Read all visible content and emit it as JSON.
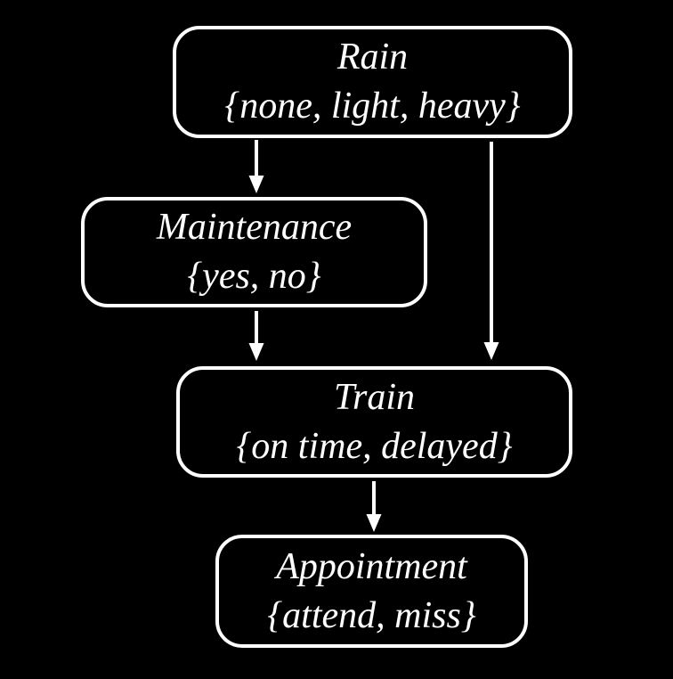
{
  "diagram": {
    "type": "bayesian-network",
    "colors": {
      "background": "#000000",
      "node_fill": "#000000",
      "node_border": "#ffffff",
      "text": "#ffffff",
      "arrow": "#ffffff"
    },
    "nodes": [
      {
        "id": "rain",
        "label": "Rain",
        "values": "{none, light, heavy}"
      },
      {
        "id": "maintenance",
        "label": "Maintenance",
        "values": "{yes, no}"
      },
      {
        "id": "train",
        "label": "Train",
        "values": "{on time, delayed}"
      },
      {
        "id": "appointment",
        "label": "Appointment",
        "values": "{attend, miss}"
      }
    ],
    "edges": [
      {
        "from": "Rain",
        "to": "Maintenance"
      },
      {
        "from": "Rain",
        "to": "Train"
      },
      {
        "from": "Maintenance",
        "to": "Train"
      },
      {
        "from": "Train",
        "to": "Appointment"
      }
    ]
  }
}
